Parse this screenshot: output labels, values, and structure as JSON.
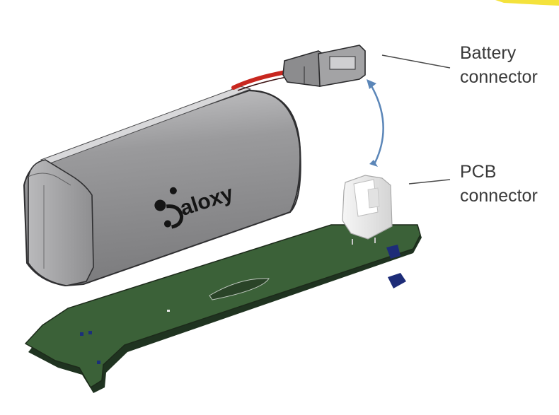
{
  "labels": {
    "battery_connector": {
      "line1": "Battery",
      "line2": "connector"
    },
    "pcb_connector": {
      "line1": "PCB",
      "line2": "connector"
    }
  },
  "battery": {
    "logo_text": "aloxy",
    "body_color": "#8b8b8d",
    "edge_color": "#2f2f31",
    "wire_color": "#c8271f"
  },
  "pcb": {
    "board_color": "#3b6138",
    "edge_color": "#1c2a1a",
    "connector_color": "#e9e9e9"
  },
  "arrow": {
    "color": "#5b86b8"
  },
  "accent": {
    "corner_highlight": "#f4e23c"
  }
}
